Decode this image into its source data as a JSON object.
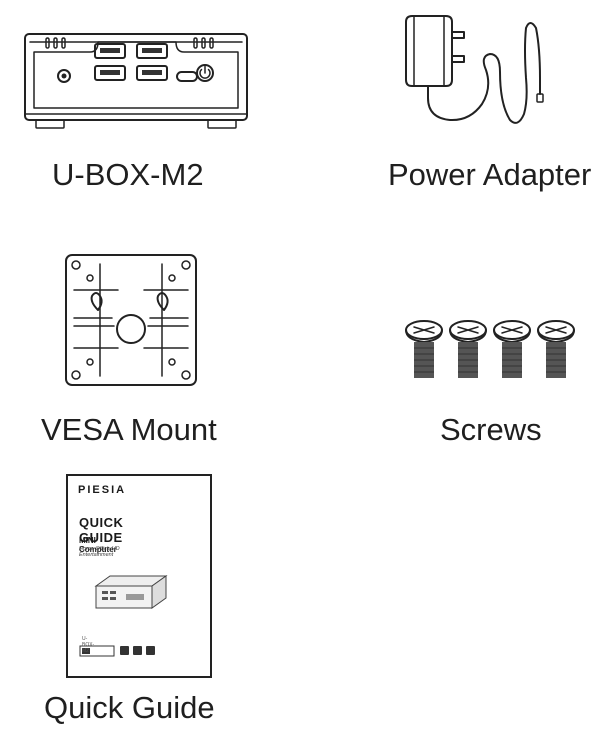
{
  "items": {
    "ubox": {
      "label": "U-BOX-M2"
    },
    "power": {
      "label": "Power Adapter"
    },
    "vesa": {
      "label": "VESA Mount"
    },
    "screws": {
      "label": "Screws"
    },
    "guide": {
      "label": "Quick Guide",
      "cover": {
        "brand": "PIESIA",
        "title": "QUICK GUIDE",
        "subtitle": "MINI Computer",
        "tagline": "Home·Office·HD Entertainment",
        "model": "U-BOX-M2"
      }
    }
  }
}
